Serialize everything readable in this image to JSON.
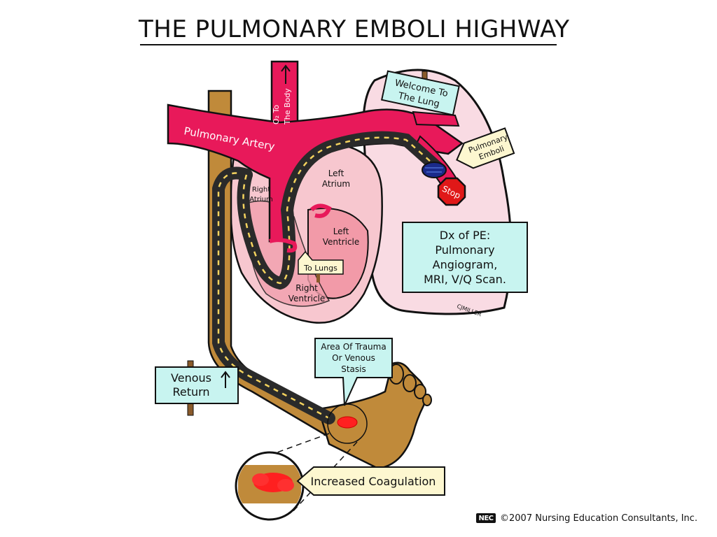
{
  "title": "THE PULMONARY EMBOLI HIGHWAY",
  "labels": {
    "pulmonary_artery": "Pulmonary Artery",
    "o2_to_body_line1": "O₂ To",
    "o2_to_body_line2": "The Body",
    "welcome_line1": "Welcome To",
    "welcome_line2": "The Lung",
    "pulmonary_emboli_line1": "Pulmonary",
    "pulmonary_emboli_line2": "Emboli",
    "stop": "Stop",
    "left_atrium_line1": "Left",
    "left_atrium_line2": "Atrium",
    "right_atrium_line1": "Right",
    "right_atrium_line2": "Atrium",
    "left_ventricle_line1": "Left",
    "left_ventricle_line2": "Ventricle",
    "right_ventricle_line1": "Right",
    "right_ventricle_line2": "Ventricle",
    "to_lungs": "To Lungs",
    "dx_line1": "Dx of PE:",
    "dx_line2": "Pulmonary",
    "dx_line3": "Angiogram,",
    "dx_line4": "MRI, V/Q Scan.",
    "signature": "CJMILLER",
    "area_trauma_line1": "Area Of Trauma",
    "area_trauma_line2": "Or Venous",
    "area_trauma_line3": "Stasis",
    "venous_return_line1": "Venous",
    "venous_return_line2": "Return",
    "increased_coagulation": "Increased Coagulation"
  },
  "footer": {
    "logo": "NEC",
    "copyright": "©2007 Nursing Education Consultants, Inc."
  },
  "colors": {
    "artery": "#e8195a",
    "road": "#2a2a2a",
    "road_line": "#f4d35e",
    "vein_tan": "#c08a3a",
    "heart_light": "#f7c7cf",
    "heart_mid": "#f29aa8",
    "lung": "#f9dbe3",
    "sign_bg": "#c8f4f0",
    "arrow_sign_bg": "#fdf7d0",
    "clot": "#ff2020",
    "stop": "#e01818",
    "emboli": "#1a2a8a"
  }
}
